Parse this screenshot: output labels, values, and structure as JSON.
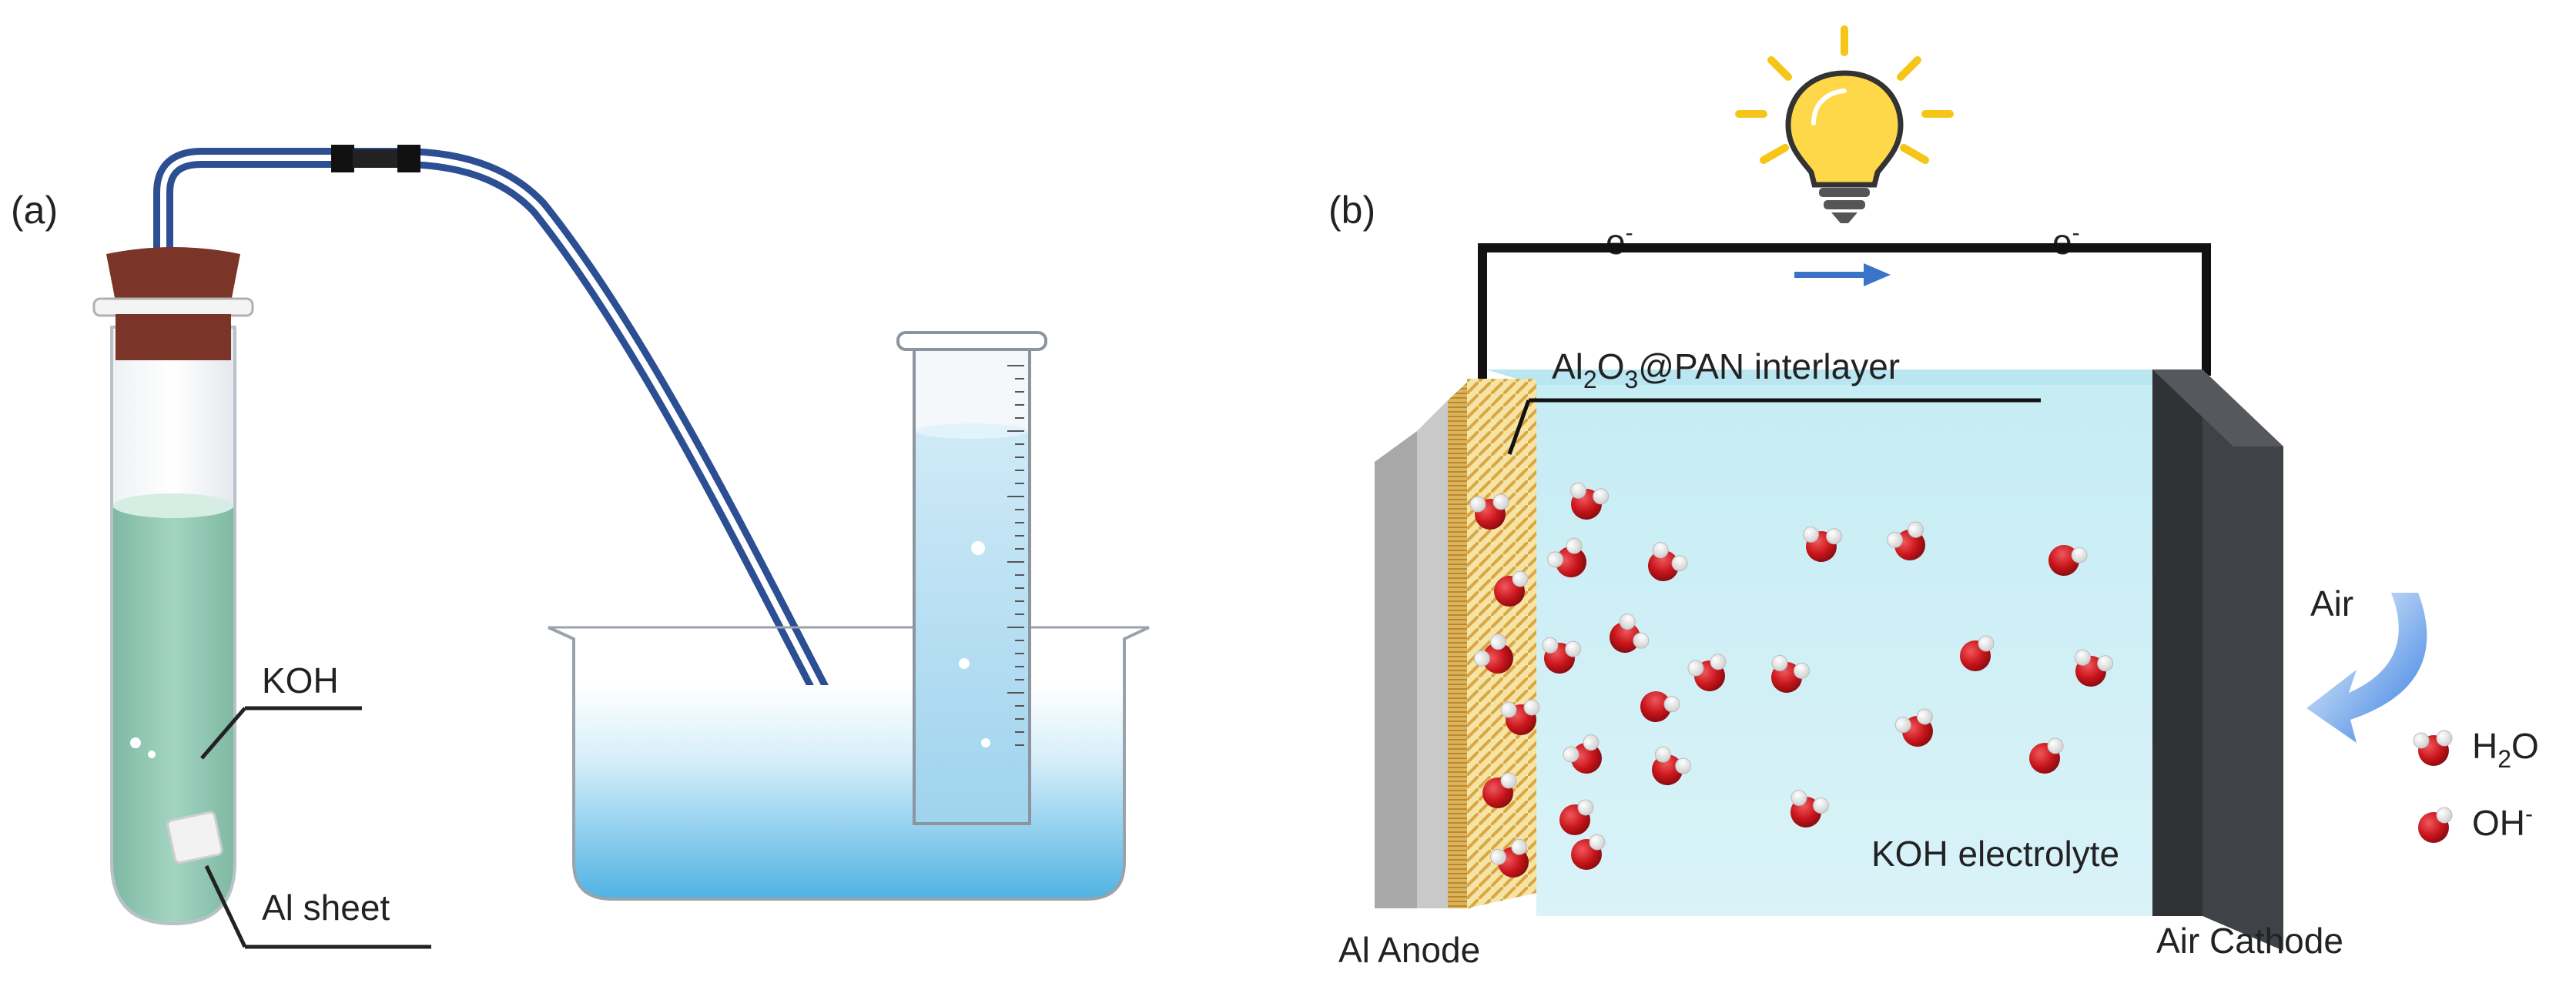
{
  "panel_a": {
    "label": "(a)",
    "electrolyte_label": "KOH",
    "sheet_label": "Al sheet"
  },
  "panel_b": {
    "label": "(b)",
    "electron_left": "e",
    "electron_right": "e",
    "electron_sup": "-",
    "interlayer_label": {
      "p1": "Al",
      "sub1": "2",
      "p2": "O",
      "sub2": "3",
      "p3": "@PAN interlayer"
    },
    "anode_label": "Al Anode",
    "cathode_label": "Air Cathode",
    "electrolyte_label": "KOH electrolyte",
    "air_label": "Air",
    "legend": {
      "water": {
        "p1": "H",
        "sub": "2",
        "p2": "O"
      },
      "hydroxide": {
        "p1": "OH",
        "sup": "-"
      }
    }
  },
  "colors": {
    "koh_solution": "#8ec6b0",
    "stopper": "#7a3428",
    "tube_blue": "#2c4f93",
    "water": "#6fc3e8",
    "electrolyte": "#cfeff6",
    "cathode": "#3a3d40",
    "anode": "#a8a8a8",
    "interlayer": "#e8c36a",
    "oxygen": "#c8151b",
    "bulb": "#f5c518",
    "arrow": "#3b73c9"
  },
  "icons": [
    "light-bulb-icon",
    "electron-flow-arrow-icon",
    "air-arrow-icon"
  ]
}
